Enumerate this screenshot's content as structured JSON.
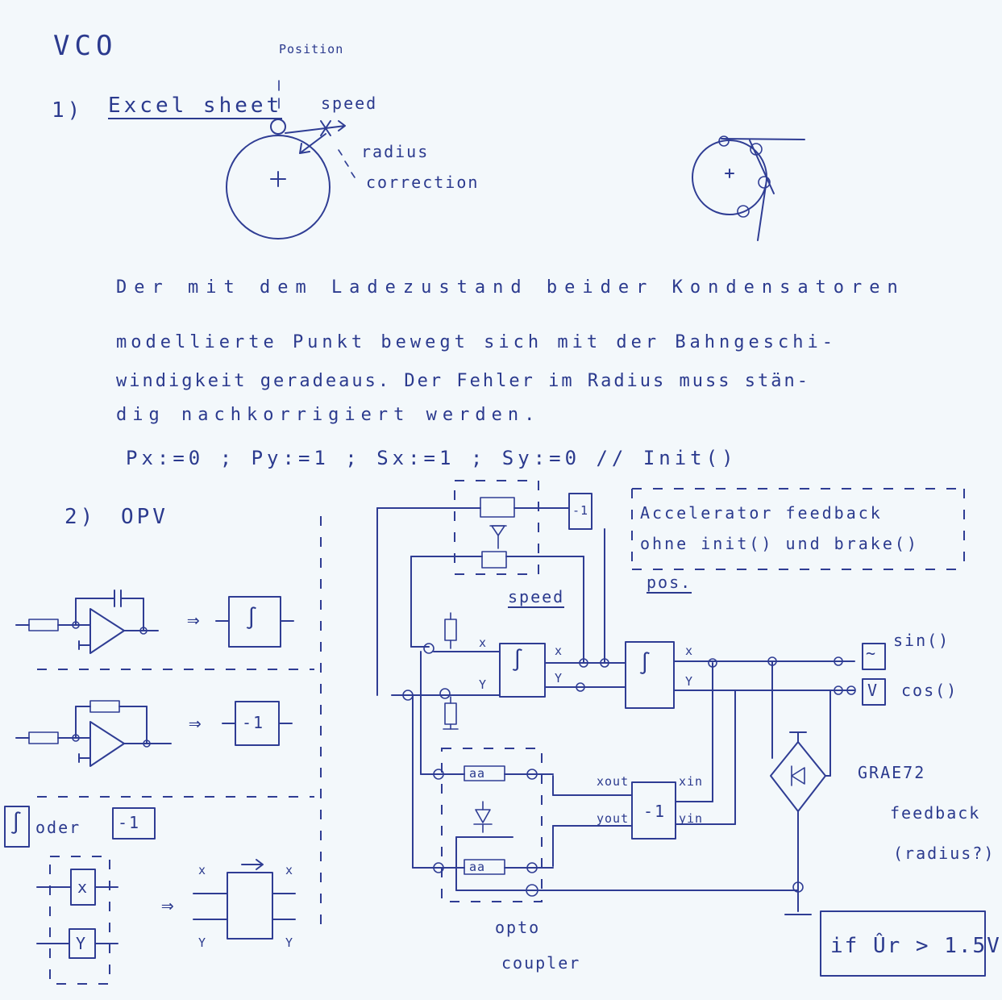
{
  "title": "VCO",
  "section1": {
    "number": "1)",
    "heading": "Excel sheet",
    "labels": {
      "position": "Position",
      "speed": "speed",
      "radius": "radius",
      "correction": "correction"
    },
    "paragraph": [
      "Der mit dem Ladezustand beider Kondensatoren",
      "modellierte Punkt bewegt sich mit der Bahngeschi-",
      "windigkeit geradeaus. Der Fehler im Radius muss stän-",
      "dig nachkorrigiert werden."
    ],
    "init_line": "Px:=0 ; Py:=1 ; Sx:=1 ; Sy:=0     // Init()"
  },
  "section2": {
    "number": "2)",
    "heading": "OPV",
    "symbols": {
      "integrator": "∫",
      "inverter": "-1",
      "arrow": "⇒",
      "oder": "oder",
      "x": "x",
      "y": "Y"
    },
    "accelerator_note": [
      "Accelerator feedback",
      "ohne init() und brake()"
    ],
    "pos": "pos.",
    "speed": "speed",
    "outputs": {
      "sin": "sin()",
      "cos": "cos()",
      "sin_symbol": "~",
      "cos_symbol": "V"
    },
    "inverter_ports": {
      "xout": "xout",
      "yout": "yout",
      "xin": "xin",
      "yin": "yin"
    },
    "rectifier": "GRAE72",
    "feedback": [
      "feedback",
      "(radius?)"
    ],
    "opto": [
      "opto",
      "coupler"
    ],
    "condition": "if Ûr > 1.5V",
    "optocoupler_box": "aa"
  }
}
